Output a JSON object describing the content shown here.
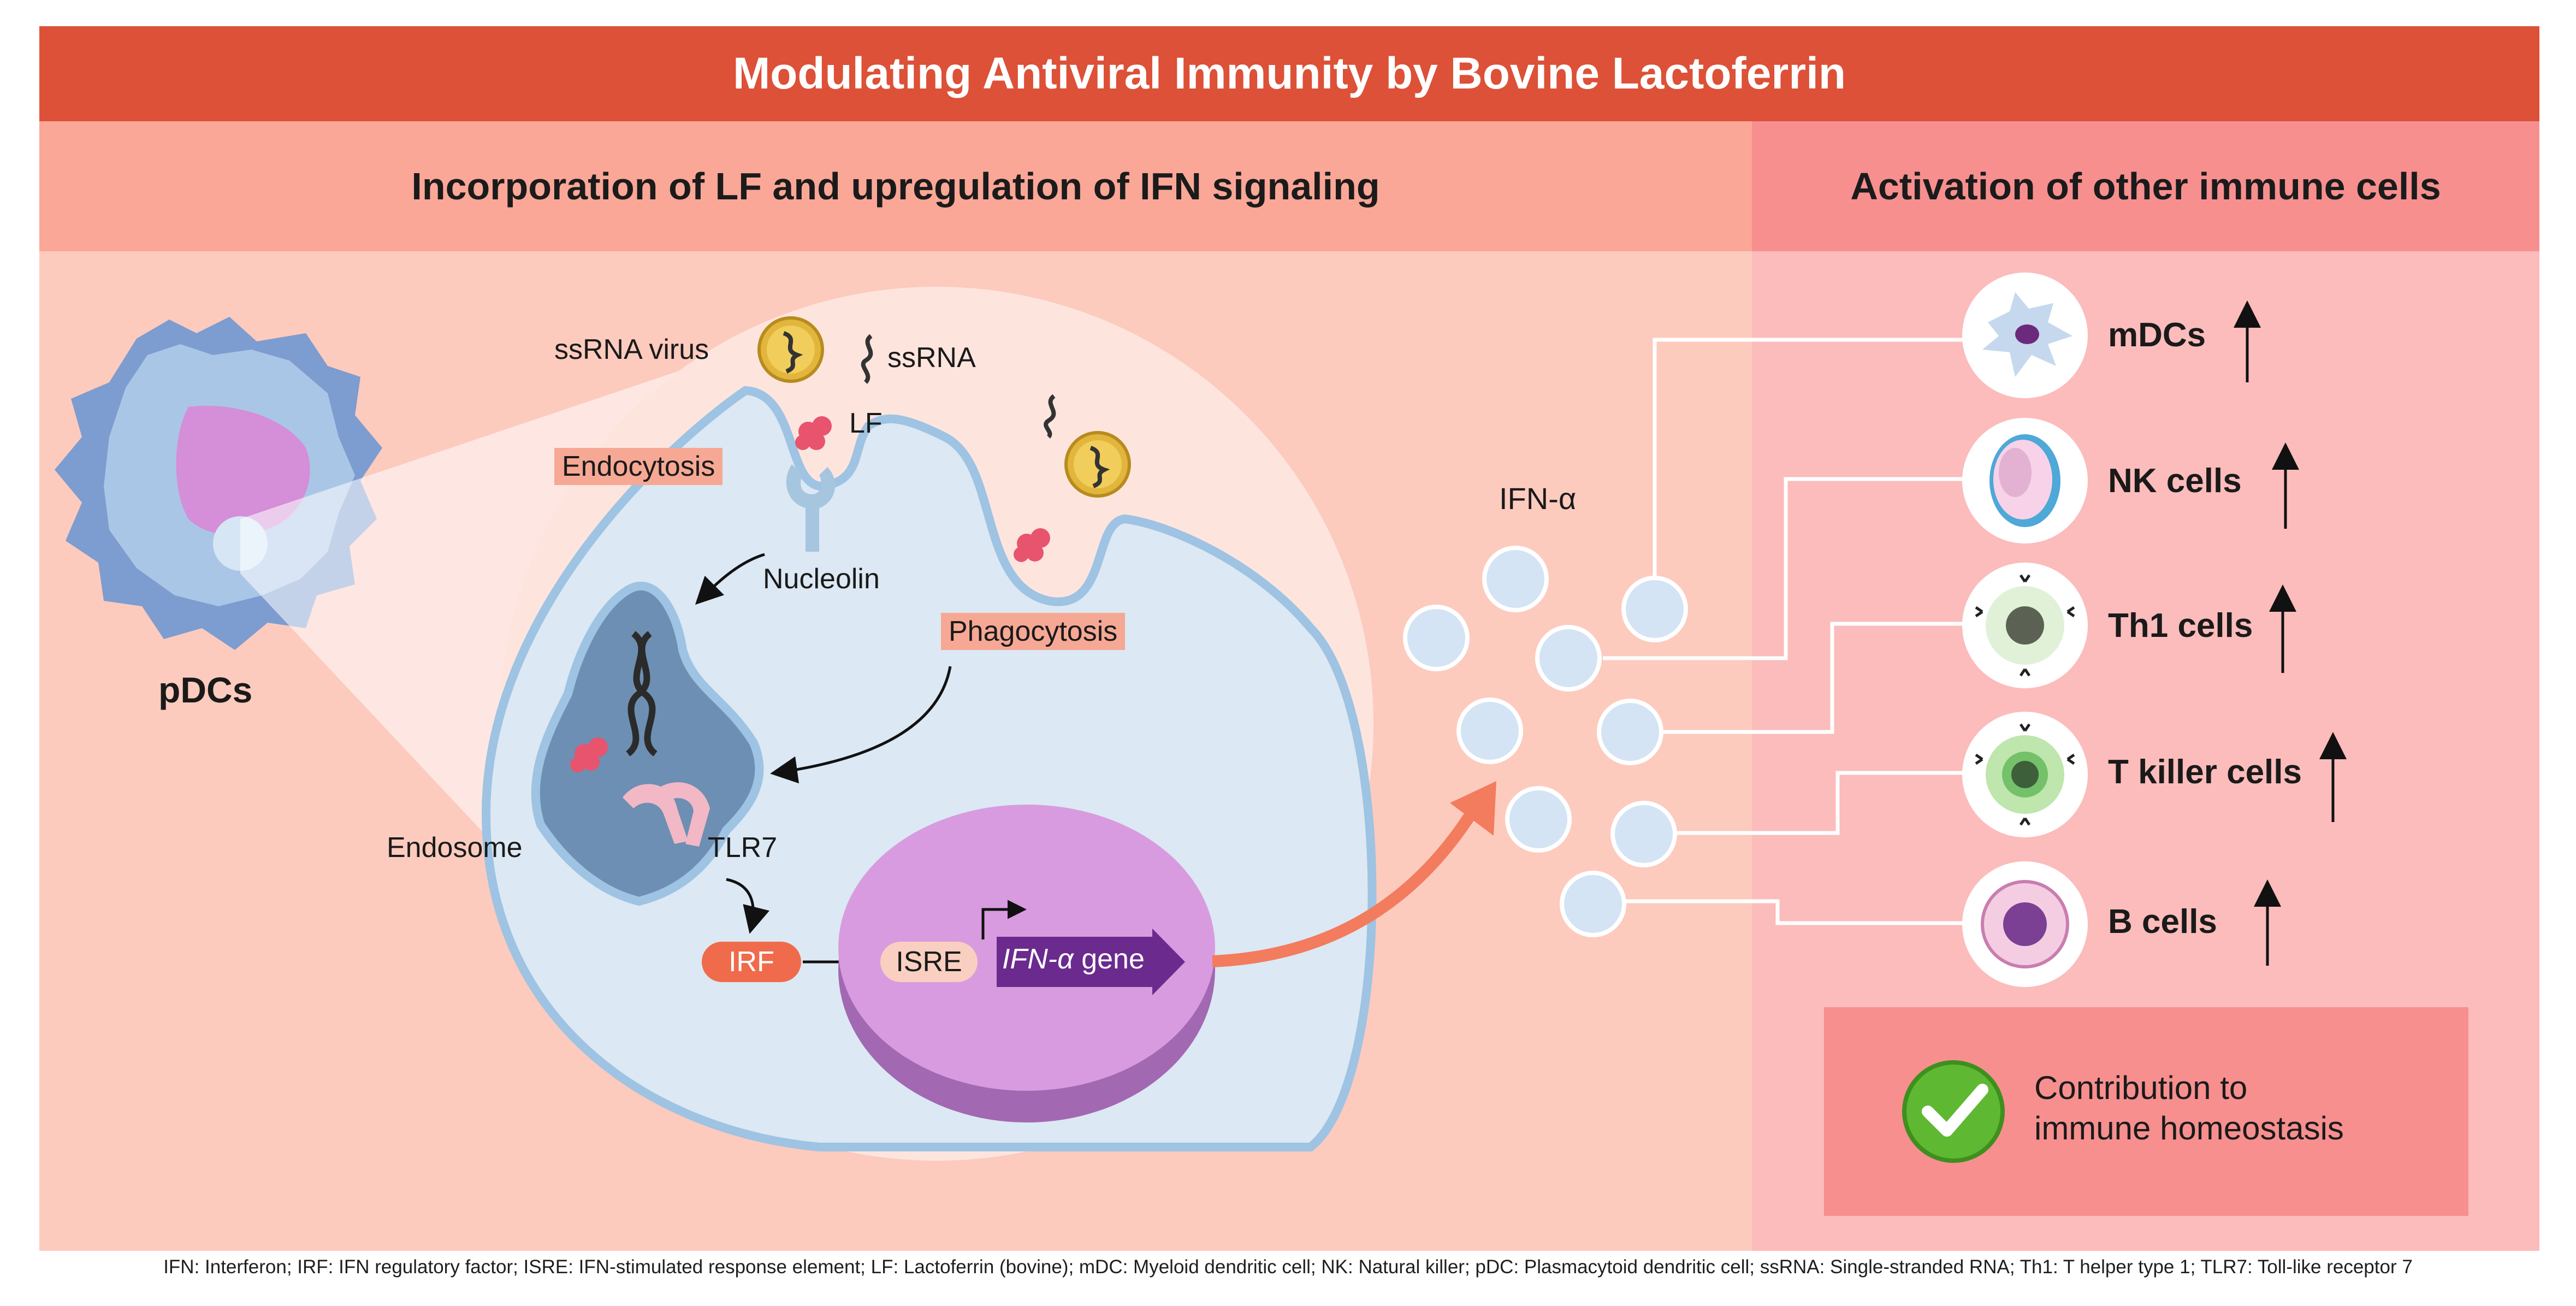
{
  "title": "Modulating Antiviral Immunity by Bovine Lactoferrin",
  "sections": {
    "left_header": "Incorporation of LF and upregulation of IFN signaling",
    "right_header": "Activation of other immune cells"
  },
  "labels": {
    "pdcs": "pDCs",
    "ssrna_virus": "ssRNA virus",
    "ssrna": "ssRNA",
    "lf": "LF",
    "endocytosis": "Endocytosis",
    "nucleolin": "Nucleolin",
    "phagocytosis": "Phagocytosis",
    "endosome": "Endosome",
    "tlr7": "TLR7",
    "irf": "IRF",
    "isre": "ISRE",
    "gene_italic": "IFN-α",
    "gene_suffix": " gene",
    "ifn_alpha": "IFN-α"
  },
  "immune_cells": [
    {
      "name": "mDCs"
    },
    {
      "name": "NK cells"
    },
    {
      "name": "Th1 cells"
    },
    {
      "name": "T killer cells"
    },
    {
      "name": "B cells"
    }
  ],
  "conclusion": {
    "line1": "Contribution to",
    "line2": "immune homeostasis"
  },
  "footnote": "IFN: Interferon; IRF: IFN regulatory factor; ISRE: IFN-stimulated response element; LF: Lactoferrin (bovine); mDC: Myeloid dendritic cell; NK: Natural killer; pDC: Plasmacytoid dendritic cell; ssRNA: Single-stranded RNA; Th1: T helper type 1; TLR7: Toll-like receptor 7",
  "colors": {
    "title_bg": "#dc5137",
    "left_header_bg": "#faa797",
    "right_header_bg": "#f78f8f",
    "left_panel_bg": "#fccbbe",
    "right_panel_bg": "#fbbcbb",
    "cell_fill": "#dce8f3",
    "cell_membrane": "#9ec3e3",
    "nucleus": "#d99be0",
    "gene_arrow": "#6a2a8e",
    "ifn_arrow": "#f37b5e",
    "check_green": "#5fb832"
  }
}
